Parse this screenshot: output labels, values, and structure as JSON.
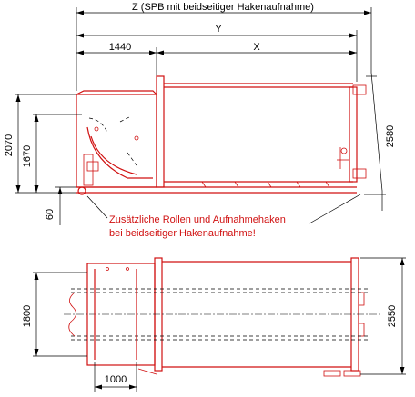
{
  "dimensions": {
    "z_label": "Z (SPB mit beidseitiger Hakenaufnahme)",
    "y_label": "Y",
    "d1440": "1440",
    "x_label": "X",
    "d2070": "2070",
    "d1670": "1670",
    "d2580": "2580",
    "d60": "60",
    "d1800": "1800",
    "d2550": "2550",
    "d1000": "1000"
  },
  "note": {
    "line1": "Zusätzliche Rollen und Aufnahmehaken",
    "line2": "bei beidseitiger Hakenaufnahme!"
  },
  "colors": {
    "machine": "#d01010",
    "dimension": "#000000"
  }
}
